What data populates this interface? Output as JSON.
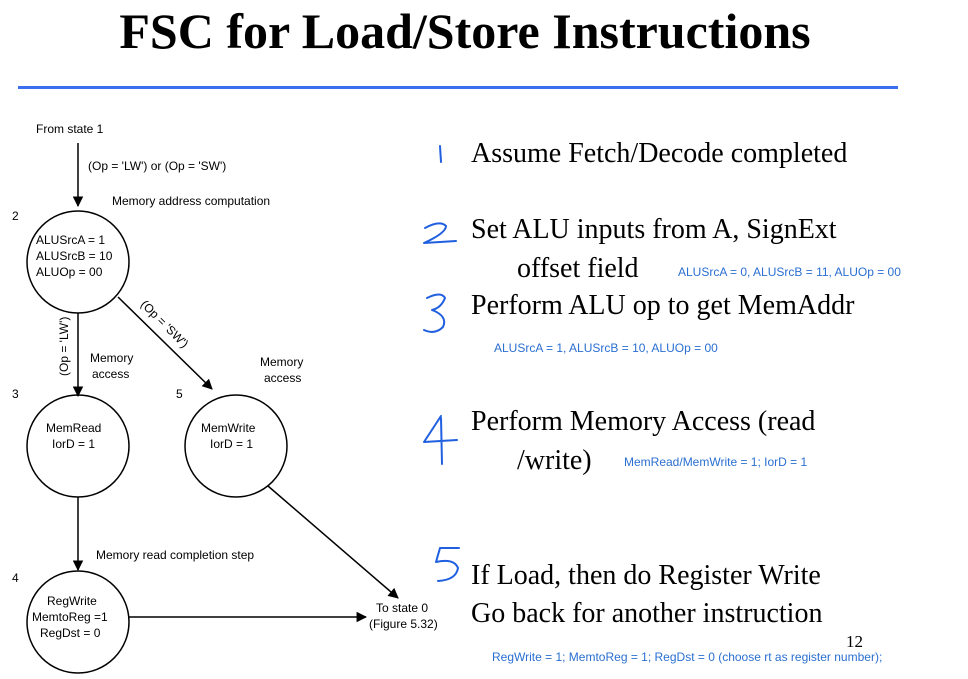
{
  "title": "FSC for Load/Store Instructions",
  "diagram": {
    "from_state": "From state 1",
    "op_condition": "(Op = 'LW') or (Op = 'SW')",
    "addr_comp_label": "Memory address computation",
    "state2": {
      "number": "2",
      "lines": [
        "ALUSrcA = 1",
        "ALUSrcB = 10",
        "ALUOp = 00"
      ]
    },
    "lw_label": "(Op = 'LW')",
    "sw_label": "(Op = 'SW')",
    "mem_access_left": [
      "Memory",
      "access"
    ],
    "mem_access_right": [
      "Memory",
      "access"
    ],
    "state3": {
      "number": "3",
      "lines": [
        "MemRead",
        "IorD = 1"
      ]
    },
    "state5": {
      "number": "5",
      "lines": [
        "MemWrite",
        "IorD = 1"
      ]
    },
    "read_completion_label": "Memory read completion step",
    "state4": {
      "number": "4",
      "lines": [
        "RegWrite",
        "MemtoReg =1",
        "RegDst = 0"
      ]
    },
    "to_state": [
      "To state 0",
      "(Figure 5.32)"
    ]
  },
  "handwritten_numbers": [
    "1",
    "2",
    "3",
    "4",
    "5"
  ],
  "bullets": {
    "b1": "Assume Fetch/Decode completed",
    "b2_line1": "Set ALU inputs from A, SignExt",
    "b2_line2": "offset field",
    "b3": "Perform ALU op to get MemAddr",
    "b4_line1": "Perform Memory Access (read",
    "b4_line2": "/write)",
    "b5_line1": "If Load, then do Register Write",
    "b5_line2": "Go back for another instruction"
  },
  "notes": {
    "n2": "ALUSrcA = 0, ALUSrcB = 11, ALUOp = 00",
    "n3": "ALUSrcA = 1, ALUSrcB = 10, ALUOp = 00",
    "n4": "MemRead/MemWrite = 1; IorD = 1",
    "n5": "RegWrite = 1; MemtoReg = 1; RegDst = 0 (choose rt as register number);"
  },
  "page_number": "12",
  "colors": {
    "rule": "#3c6ff0",
    "annotation": "#2a6fd1",
    "handwriting": "#1f5fe0"
  }
}
